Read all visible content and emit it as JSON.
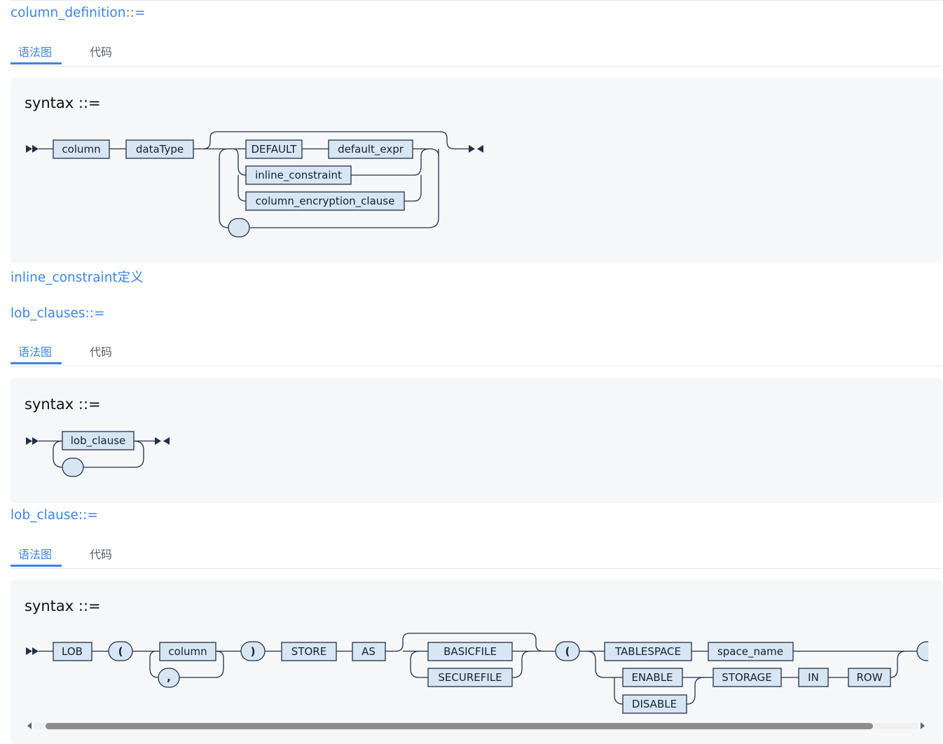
{
  "colors": {
    "accent": "#3b84e2",
    "panel_bg": "#f6f7f9",
    "box_fill": "#d8e6f4",
    "line": "#1f3048"
  },
  "sections": [
    {
      "title": "column_definition",
      "operator": "::=",
      "tabs": [
        "语法图",
        "代码"
      ],
      "active_tab": "语法图",
      "syntax_label": "syntax ::=",
      "nodes": [
        "column",
        "dataType",
        "DEFAULT",
        "default_expr",
        "inline_constraint",
        "column_encryption_clause"
      ]
    },
    {
      "link": "inline_constraint定义"
    },
    {
      "title": "lob_clauses",
      "operator": "::=",
      "tabs": [
        "语法图",
        "代码"
      ],
      "active_tab": "语法图",
      "syntax_label": "syntax ::=",
      "nodes": [
        "lob_clause"
      ]
    },
    {
      "title": "lob_clause",
      "operator": "::=",
      "tabs": [
        "语法图",
        "代码"
      ],
      "active_tab": "语法图",
      "syntax_label": "syntax ::=",
      "nodes": [
        "LOB",
        "(",
        "column",
        ",",
        ")",
        "STORE",
        "AS",
        "BASICFILE",
        "SECUREFILE",
        "(",
        "TABLESPACE",
        "space_name",
        "ENABLE",
        "DISABLE",
        "STORAGE",
        "IN",
        "ROW"
      ]
    }
  ],
  "icons": {
    "scroll_left": "triangle-left-icon",
    "scroll_right": "triangle-right-icon"
  }
}
